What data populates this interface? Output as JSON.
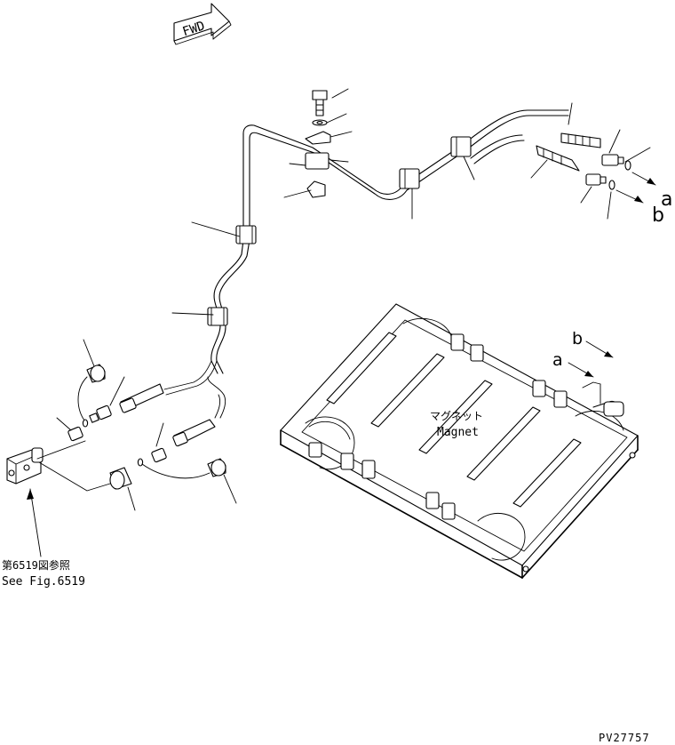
{
  "fwd_label": "FWD",
  "callouts": {
    "a_right": "a",
    "b_right": "b",
    "a_tank": "a",
    "b_tank": "b"
  },
  "magnet_label": {
    "jp": "マグネット",
    "en": "Magnet"
  },
  "reference": {
    "jp": "第6519図参照",
    "en": "See Fig.6519"
  },
  "drawing_number": "PV27757"
}
